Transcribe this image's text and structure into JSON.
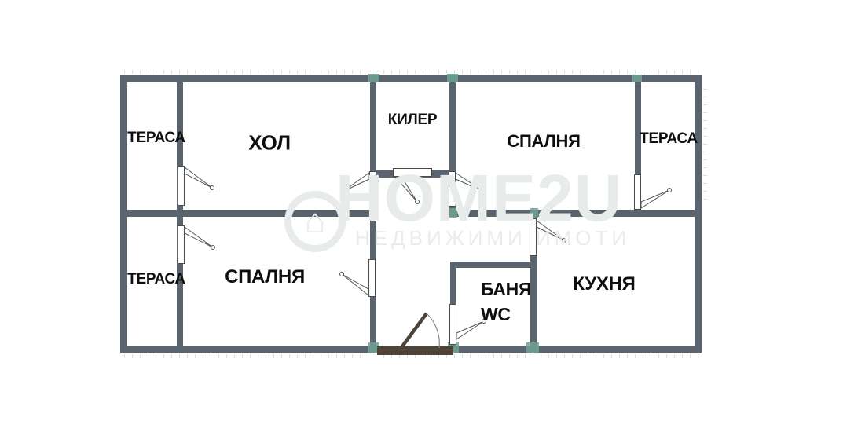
{
  "colors": {
    "wall": "#5a646e",
    "joint": "#6fa294",
    "door_outline": "#4a4a4a",
    "entrance": "#4e4339",
    "label": "#0e0e0e",
    "watermark": "#e7ebea",
    "tick": "#aebfc4",
    "bg": "#ffffff"
  },
  "rooms": [
    {
      "id": "terrace-top-left",
      "label": "ТЕРАСА"
    },
    {
      "id": "hall",
      "label": "ХОЛ"
    },
    {
      "id": "closet",
      "label": "КИЛЕР"
    },
    {
      "id": "bedroom-top",
      "label": "СПАЛНЯ"
    },
    {
      "id": "terrace-top-right",
      "label": "ТЕРАСА"
    },
    {
      "id": "terrace-bottom-left",
      "label": "ТЕРАСА"
    },
    {
      "id": "bedroom-bottom",
      "label": "СПАЛНЯ"
    },
    {
      "id": "bathroom",
      "label": "БАНЯ",
      "label2": "WC"
    },
    {
      "id": "kitchen",
      "label": "КУХНЯ"
    }
  ],
  "watermark": {
    "brand": "HOME2U",
    "tagline": "НЕДВИЖИМИ ИМОТИ",
    "logo_glyph": "⌂"
  }
}
